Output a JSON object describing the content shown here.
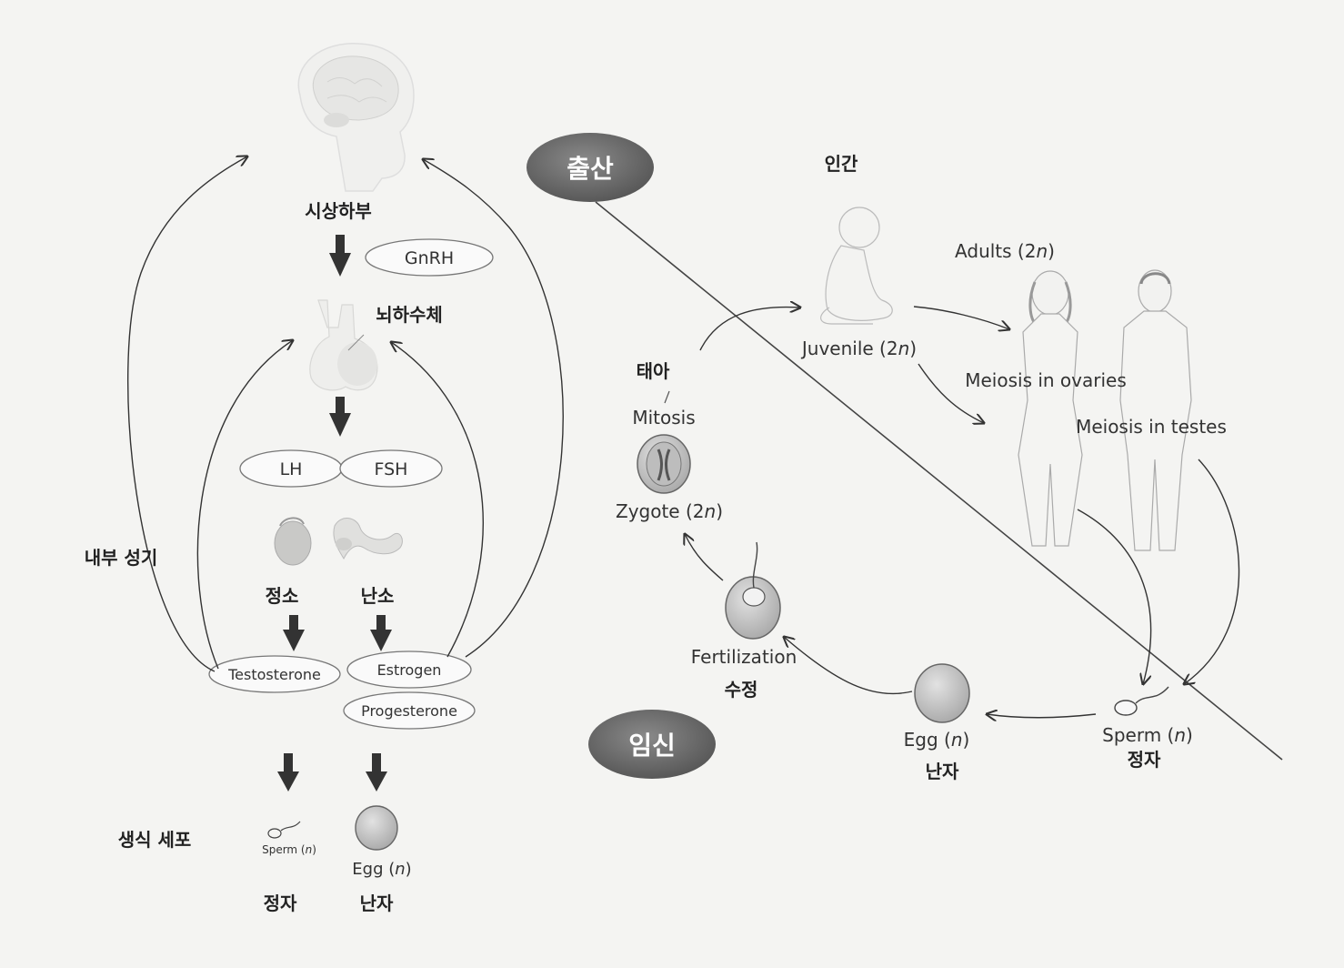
{
  "colors": {
    "background": "#f4f4f2",
    "dark_oval": "#6b6b6b",
    "egg_fill": "#c8c8c8",
    "ink": "#333333"
  },
  "left": {
    "hypothalamus": "시상하부",
    "gnrh": "GnRH",
    "pituitary": "뇌하수체",
    "lh": "LH",
    "fsh": "FSH",
    "internal_organs": "내부 성기",
    "testis": "정소",
    "ovary": "난소",
    "testosterone": "Testosterone",
    "estrogen": "Estrogen",
    "progesterone": "Progesterone",
    "germ_cells": "생식 세포",
    "sperm_label": "Sperm (",
    "sperm_n": "n",
    "sperm_close": ")",
    "egg_label": "Egg (",
    "egg_n": "n",
    "egg_close": ")",
    "sperm_kr": "정자",
    "egg_kr": "난자"
  },
  "right": {
    "birth": "출산",
    "pregnancy": "임신",
    "human": "인간",
    "adults": "Adults (2",
    "adults_n": "n",
    "adults_close": ")",
    "juvenile": "Juvenile (2",
    "juvenile_n": "n",
    "juvenile_close": ")",
    "meiosis_ovaries": "Meiosis in ovaries",
    "meiosis_testes": "Meiosis in testes",
    "fetus": "태아",
    "mitosis": "Mitosis",
    "zygote": "Zygote (2",
    "zygote_n": "n",
    "zygote_close": ")",
    "fertilization": "Fertilization",
    "fertilization_kr": "수정",
    "egg": "Egg (",
    "egg_n": "n",
    "egg_close": ")",
    "egg_kr": "난자",
    "sperm": "Sperm (",
    "sperm_n": "n",
    "sperm_close": ")",
    "sperm_kr": "정자"
  },
  "icons": [
    "brain-icon",
    "pituitary-icon",
    "testis-icon",
    "ovary-icon",
    "sperm-icon",
    "egg-icon",
    "baby-icon",
    "woman-icon",
    "man-icon",
    "zygote-icon",
    "fertilized-egg-icon"
  ]
}
